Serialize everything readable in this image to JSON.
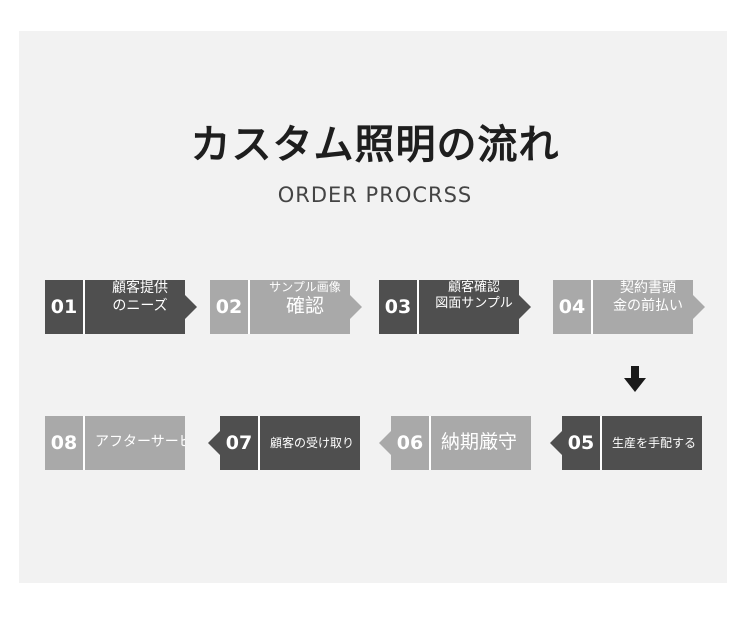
{
  "title": "カスタム照明の流れ",
  "subtitle": "ORDER PROCRSS",
  "steps": [
    {
      "num": "01",
      "line1": "顧客提供",
      "line2": "のニーズ"
    },
    {
      "num": "02",
      "line1": "サンプル画像",
      "line2": "確認"
    },
    {
      "num": "03",
      "line1": "顧客確認",
      "line2": "図面サンプル"
    },
    {
      "num": "04",
      "line1": "契約書頭",
      "line2": "金の前払い"
    },
    {
      "num": "05",
      "line1": "生産を手配する"
    },
    {
      "num": "06",
      "line1": "納期厳守"
    },
    {
      "num": "07",
      "line1": "顧客の受け取り"
    },
    {
      "num": "08",
      "line1": "アフターサービス"
    }
  ],
  "colors": {
    "dark": "#4f4f4f",
    "light": "#a9a9a9",
    "panel": "#f2f2f2"
  },
  "icons": {
    "flow_down": "arrow-down-icon"
  }
}
